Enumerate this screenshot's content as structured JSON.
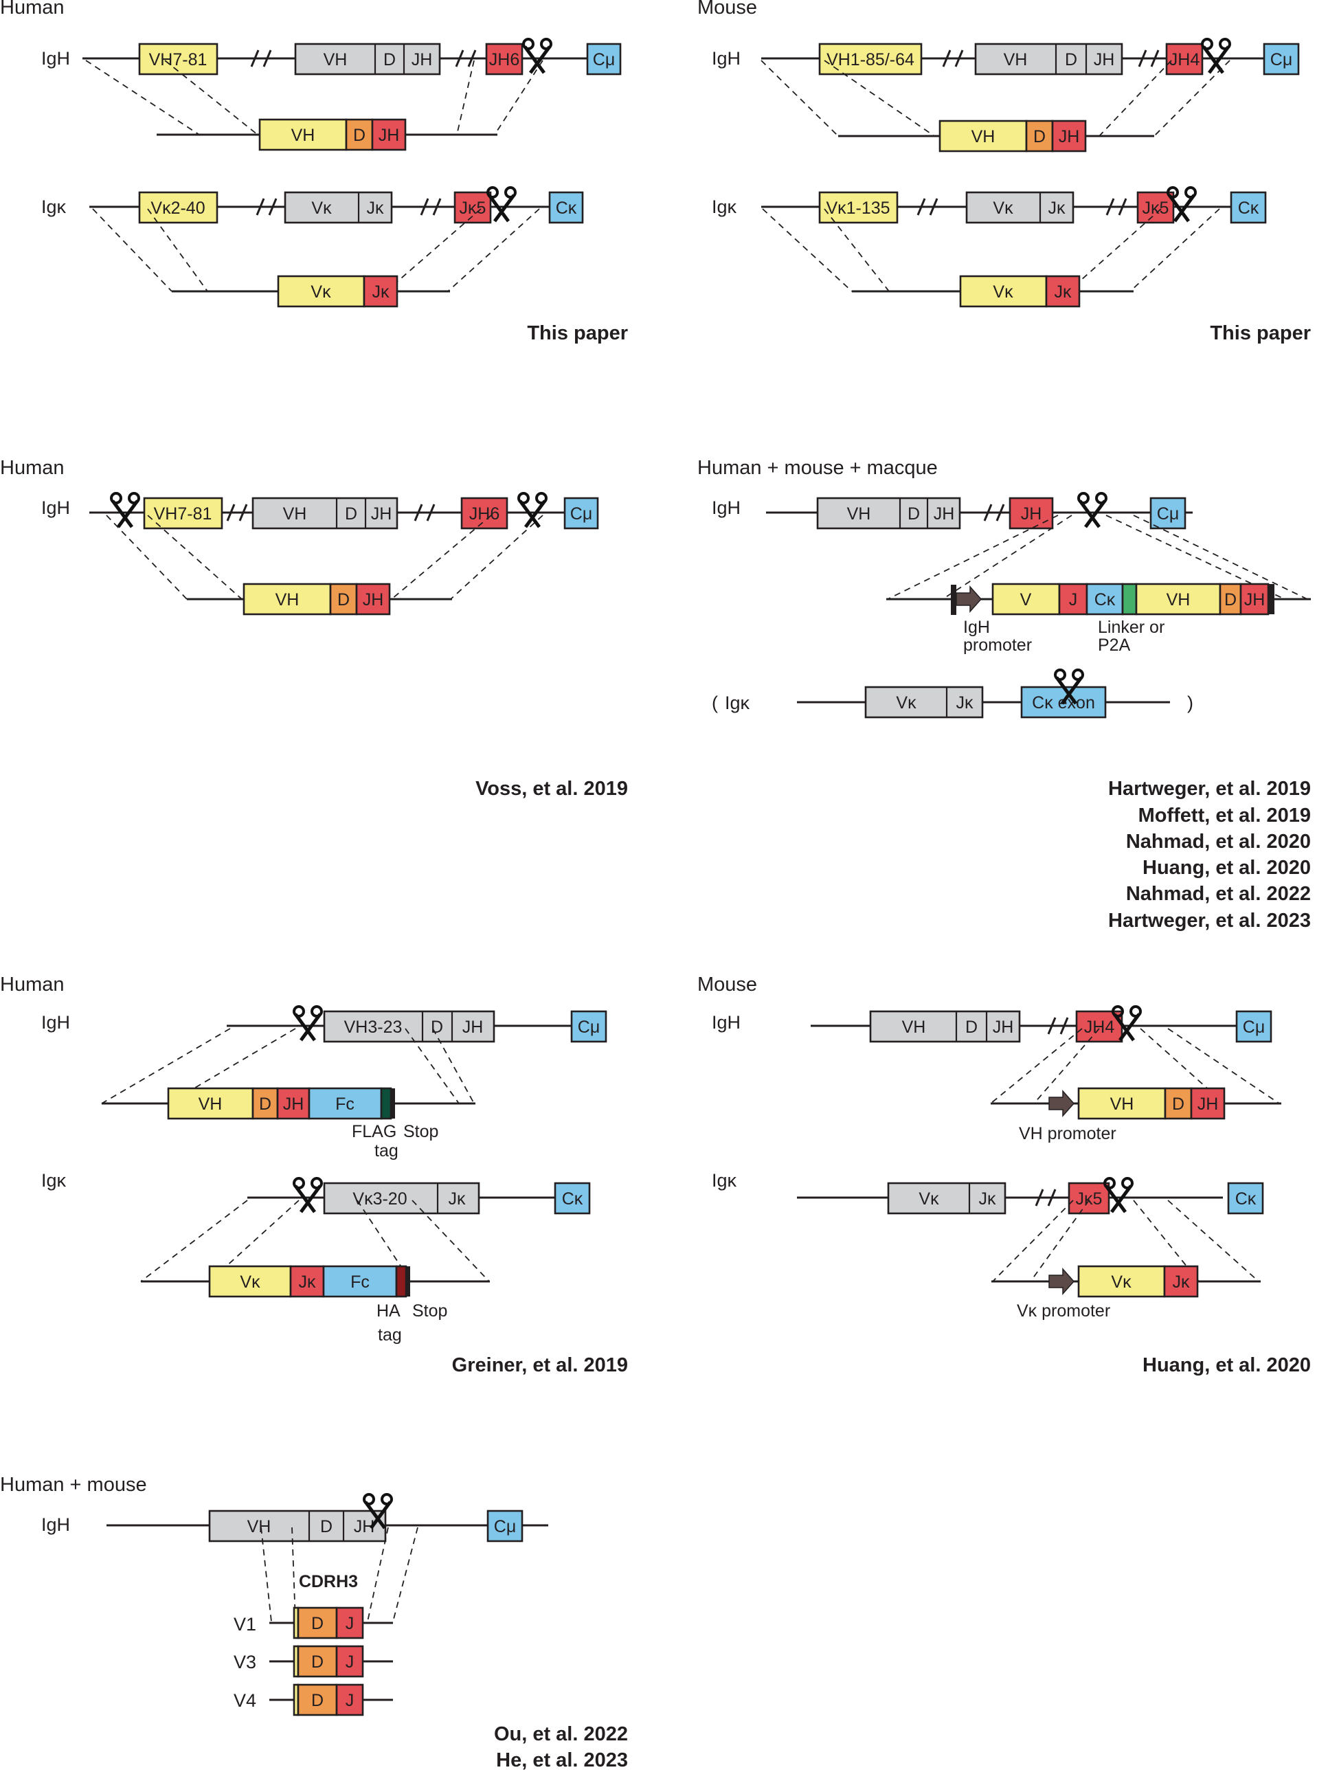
{
  "colors": {
    "v_segment": "#f5ee8a",
    "d_segment": "#ee9a4f",
    "j_segment": "#e54f56",
    "constant": "#7fc6ea",
    "germline": "#d0d2d4",
    "linker": "#45b06a",
    "flag_tag": "#0d4f3a",
    "ha_tag": "#8b1b1d",
    "promoter_arrow": "#5b4a47",
    "line": "#231f20"
  },
  "icons": [
    "scissors-icon",
    "promoter-arrow-icon",
    "break-mark-icon"
  ],
  "panels": {
    "p1": {
      "title": "Human",
      "igh": {
        "label": "IgH",
        "v": "VH7-81",
        "vh": "VH",
        "d": "D",
        "jh": "JH",
        "jh6": "JH6",
        "c": "Cμ"
      },
      "igh_rearranged": {
        "vh": "VH",
        "d": "D",
        "jh": "JH"
      },
      "igk": {
        "label": "Igκ",
        "v": "Vκ2-40",
        "vk": "Vκ",
        "jk": "Jκ",
        "jk5": "Jκ5",
        "c": "Cκ"
      },
      "igk_rearranged": {
        "vk": "Vκ",
        "jk": "Jκ"
      },
      "citations": [
        "This paper"
      ]
    },
    "p2": {
      "title": "Mouse",
      "igh": {
        "label": "IgH",
        "v": "VH1-85/-64",
        "vh": "VH",
        "d": "D",
        "jh": "JH",
        "jh4": "JH4",
        "c": "Cμ"
      },
      "igh_rearranged": {
        "vh": "VH",
        "d": "D",
        "jh": "JH"
      },
      "igk": {
        "label": "Igκ",
        "v": "Vκ1-135",
        "vk": "Vκ",
        "jk": "Jκ",
        "jk5": "Jκ5",
        "c": "Cκ"
      },
      "igk_rearranged": {
        "vk": "Vκ",
        "jk": "Jκ"
      },
      "citations": [
        "This paper"
      ]
    },
    "p3": {
      "title": "Human",
      "igh": {
        "label": "IgH",
        "v": "VH7-81",
        "vh": "VH",
        "d": "D",
        "jh": "JH",
        "jh6": "JH6",
        "c": "Cμ"
      },
      "igh_rearranged": {
        "vh": "VH",
        "d": "D",
        "jh": "JH"
      },
      "citations": [
        "Voss, et al. 2019"
      ]
    },
    "p4": {
      "title": "Human + mouse + macque",
      "igh": {
        "label": "IgH",
        "vh": "VH",
        "d": "D",
        "jh": "JH",
        "jh_red": "JH",
        "c": "Cμ"
      },
      "insert": {
        "v": "V",
        "j": "J",
        "ck": "Cκ",
        "vh": "VH",
        "d": "D",
        "jh": "JH",
        "promoter_line1": "IgH",
        "promoter_line2": "promoter",
        "linker_line1": "Linker or",
        "linker_line2": "P2A"
      },
      "igk": {
        "open": "(",
        "label": "Igκ",
        "vk": "Vκ",
        "jk": "Jκ",
        "ck_exon": "Cκ exon",
        "close": ")"
      },
      "citations": [
        "Hartweger, et al. 2019",
        "Moffett, et al. 2019",
        "Nahmad, et al. 2020",
        "Huang, et al. 2020",
        "Nahmad, et al. 2022",
        "Hartweger, et al. 2023"
      ]
    },
    "p5": {
      "title": "Human",
      "igh": {
        "label": "IgH",
        "v": "VH3-23",
        "d": "D",
        "jh": "JH",
        "c": "Cμ"
      },
      "igh_insert": {
        "vh": "VH",
        "d": "D",
        "jh": "JH",
        "fc": "Fc",
        "tag_line1": "FLAG",
        "tag_line2": "tag",
        "stop": "Stop"
      },
      "igk": {
        "label": "Igκ",
        "v": "Vκ3-20",
        "jk": "Jκ",
        "c": "Cκ"
      },
      "igk_insert": {
        "vk": "Vκ",
        "jk": "Jκ",
        "fc": "Fc",
        "tag_line1": "HA",
        "tag_line2": "tag",
        "stop": "Stop"
      },
      "citations": [
        "Greiner, et al. 2019"
      ]
    },
    "p6": {
      "title": "Mouse",
      "igh": {
        "label": "IgH",
        "vh": "VH",
        "d": "D",
        "jh": "JH",
        "jh4": "JH4",
        "c": "Cμ"
      },
      "igh_insert": {
        "vh": "VH",
        "d": "D",
        "jh": "JH",
        "promoter": "VH promoter"
      },
      "igk": {
        "label": "Igκ",
        "vk": "Vκ",
        "jk": "Jκ",
        "jk5": "Jκ5",
        "c": "Cκ"
      },
      "igk_insert": {
        "vk": "Vκ",
        "jk": "Jκ",
        "promoter": "Vκ promoter"
      },
      "citations": [
        "Huang, et al. 2020"
      ]
    },
    "p7": {
      "title": "Human + mouse",
      "igh": {
        "label": "IgH",
        "vh": "VH",
        "d": "D",
        "jh": "JH",
        "c": "Cμ"
      },
      "cdrh3": "CDRH3",
      "variants": [
        {
          "label": "V1",
          "d": "D",
          "j": "J"
        },
        {
          "label": "V3",
          "d": "D",
          "j": "J"
        },
        {
          "label": "V4",
          "d": "D",
          "j": "J"
        }
      ],
      "citations": [
        "Ou, et al. 2022",
        "He, et al. 2023"
      ]
    }
  }
}
